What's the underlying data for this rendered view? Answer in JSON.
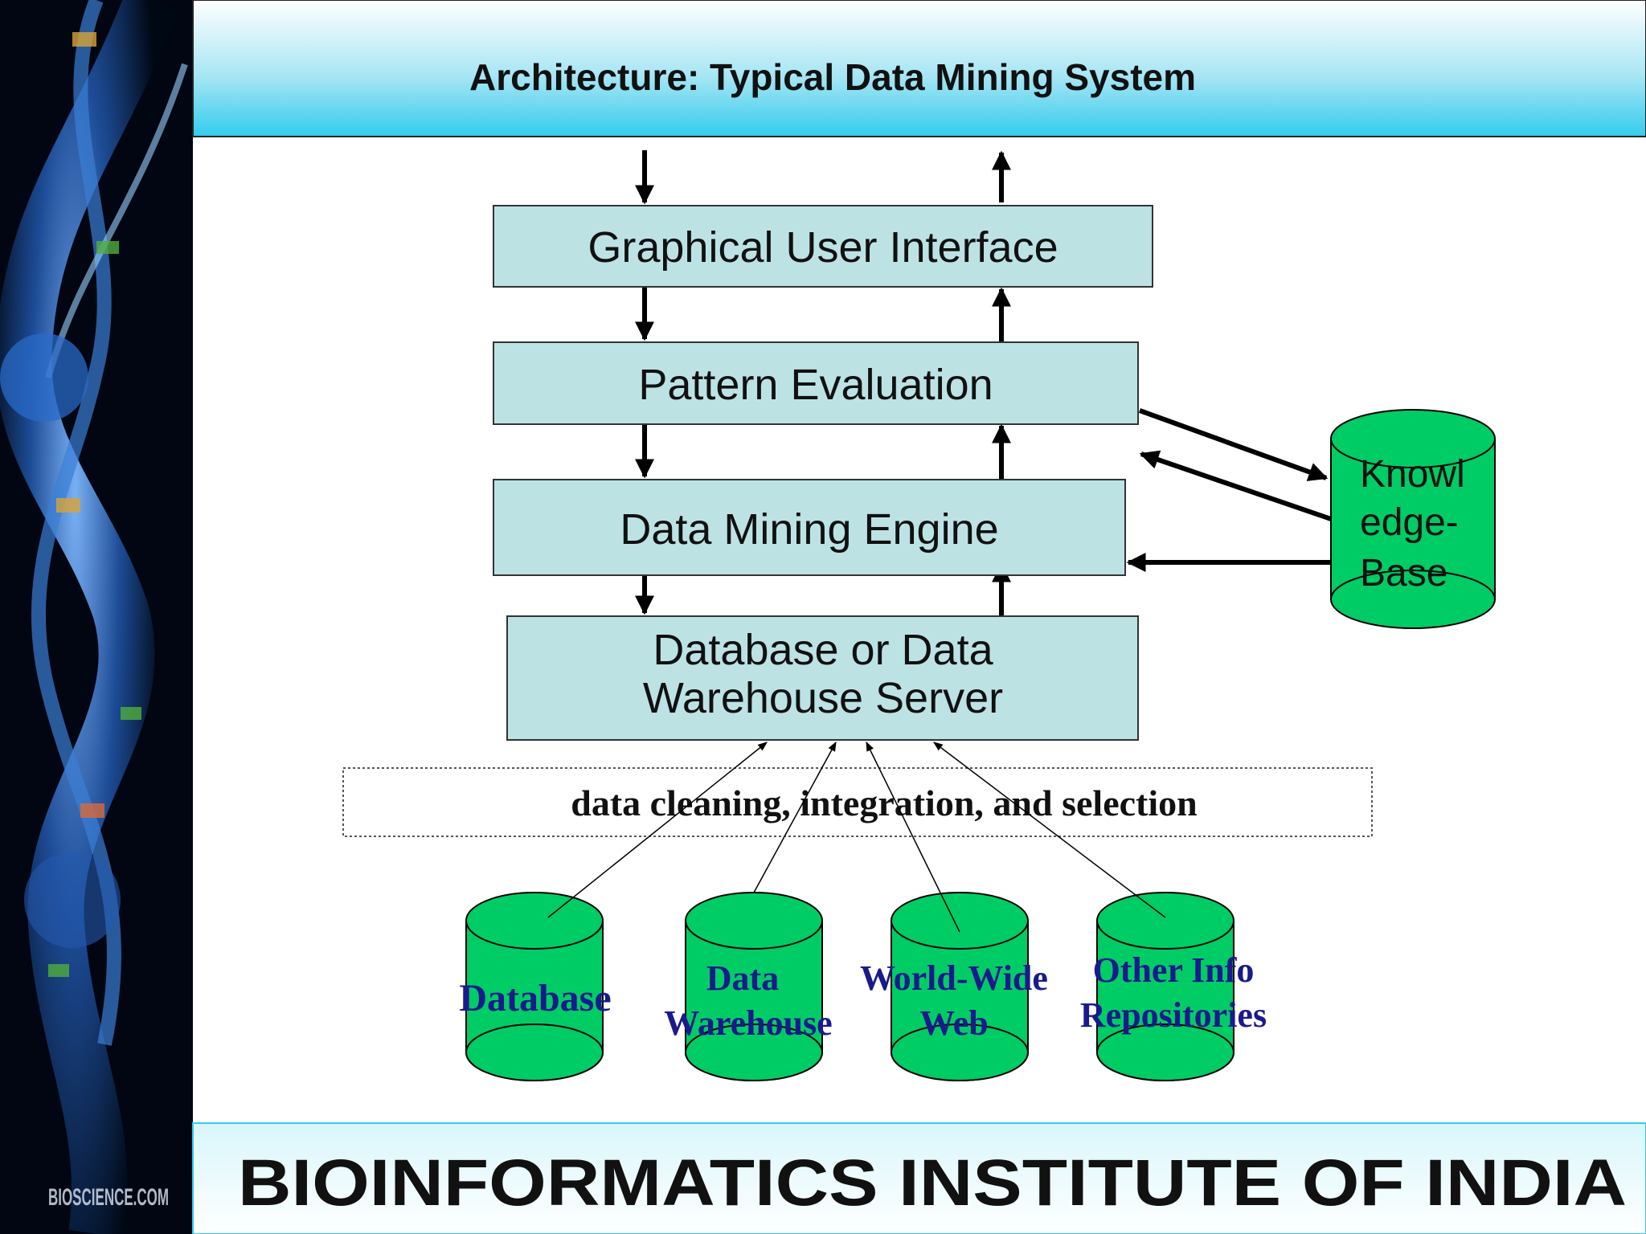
{
  "slide": {
    "title": "Architecture: Typical Data Mining System",
    "footer": "BIOINFORMATICS INSTITUTE OF  INDIA",
    "watermark": "BIOSCIENCE.COM"
  },
  "layers": {
    "gui": "Graphical User Interface",
    "pattern": "Pattern Evaluation",
    "engine": "Data Mining Engine",
    "server_line1": "Database or Data",
    "server_line2": "Warehouse Server"
  },
  "knowledge_base": {
    "line1": "Knowl",
    "line2": "edge-",
    "line3": "Base"
  },
  "preprocess_label": "data cleaning, integration, and selection",
  "sources": {
    "database": "Database",
    "warehouse_line1": "Data",
    "warehouse_line2": "Warehouse",
    "www_line1": "World-Wide",
    "www_line2": "Web",
    "other_line1": "Other Info",
    "other_line2": "Repositories"
  },
  "colors": {
    "box_fill": "#bde2e4",
    "cylinder_fill": "#00cc66",
    "source_text": "#1a1a8c",
    "header_top": "#ffffff",
    "header_bottom": "#33ccee"
  }
}
